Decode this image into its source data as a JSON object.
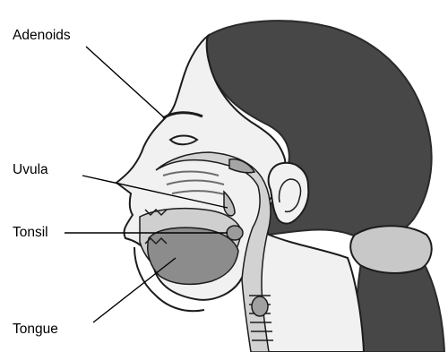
{
  "diagram": {
    "labels": {
      "adenoids": "Adenoids",
      "uvula": "Uvula",
      "tonsil": "Tonsil",
      "tongue": "Tongue"
    },
    "colors": {
      "hair": "#474747",
      "hair_dark": "#2a2a2a",
      "skin": "#f1f1f1",
      "airway": "#d2d2d2",
      "tongue": "#8c8c8c",
      "mouth_cavity": "#cfcfcf",
      "outline": "#1c1c1c",
      "leader": "#000000",
      "scrunchie": "#c8c8c8"
    }
  }
}
